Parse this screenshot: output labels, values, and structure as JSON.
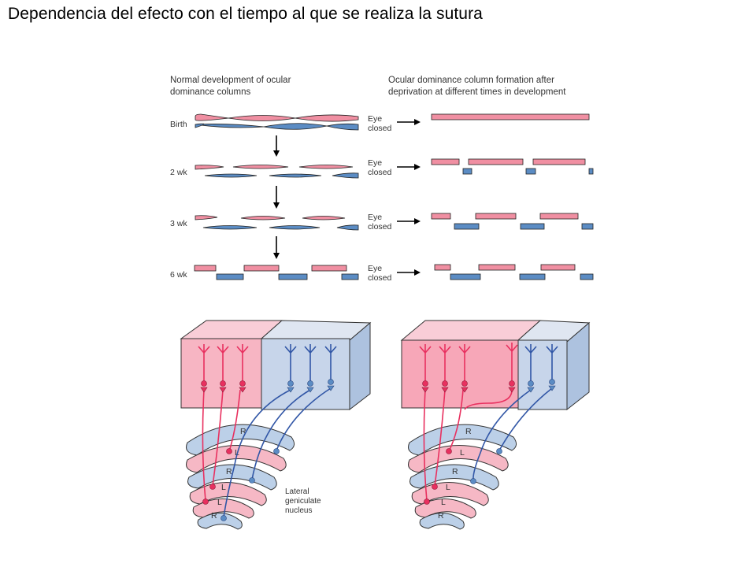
{
  "title": "Dependencia del efecto con el tiempo al que se realiza la sutura",
  "left_panel": {
    "heading_line1": "Normal development of ocular",
    "heading_line2": "dominance columns",
    "stages": [
      "Birth",
      "2 wk",
      "3 wk",
      "6 wk"
    ]
  },
  "right_panel": {
    "heading_line1": "Ocular dominance column formation after",
    "heading_line2": "deprivation at different times in development"
  },
  "eye_label_line1": "Eye",
  "eye_label_line2": "closed",
  "lgn": {
    "layer_labels": [
      "R",
      "L",
      "R",
      "L",
      "L",
      "R"
    ],
    "caption_line1": "Lateral",
    "caption_line2": "geniculate",
    "caption_line3": "nucleus"
  },
  "colors": {
    "left_eye_pink": "#f08fa2",
    "right_eye_blue": "#5b8cc4",
    "pink_neuron": "#e8305f",
    "blue_neuron": "#3156a6",
    "cortex_pink": "#f7b5c3",
    "cortex_blue": "#c7d5ea",
    "lgn_blue": "#bcd0e8",
    "lgn_pink": "#f6b8c5"
  }
}
